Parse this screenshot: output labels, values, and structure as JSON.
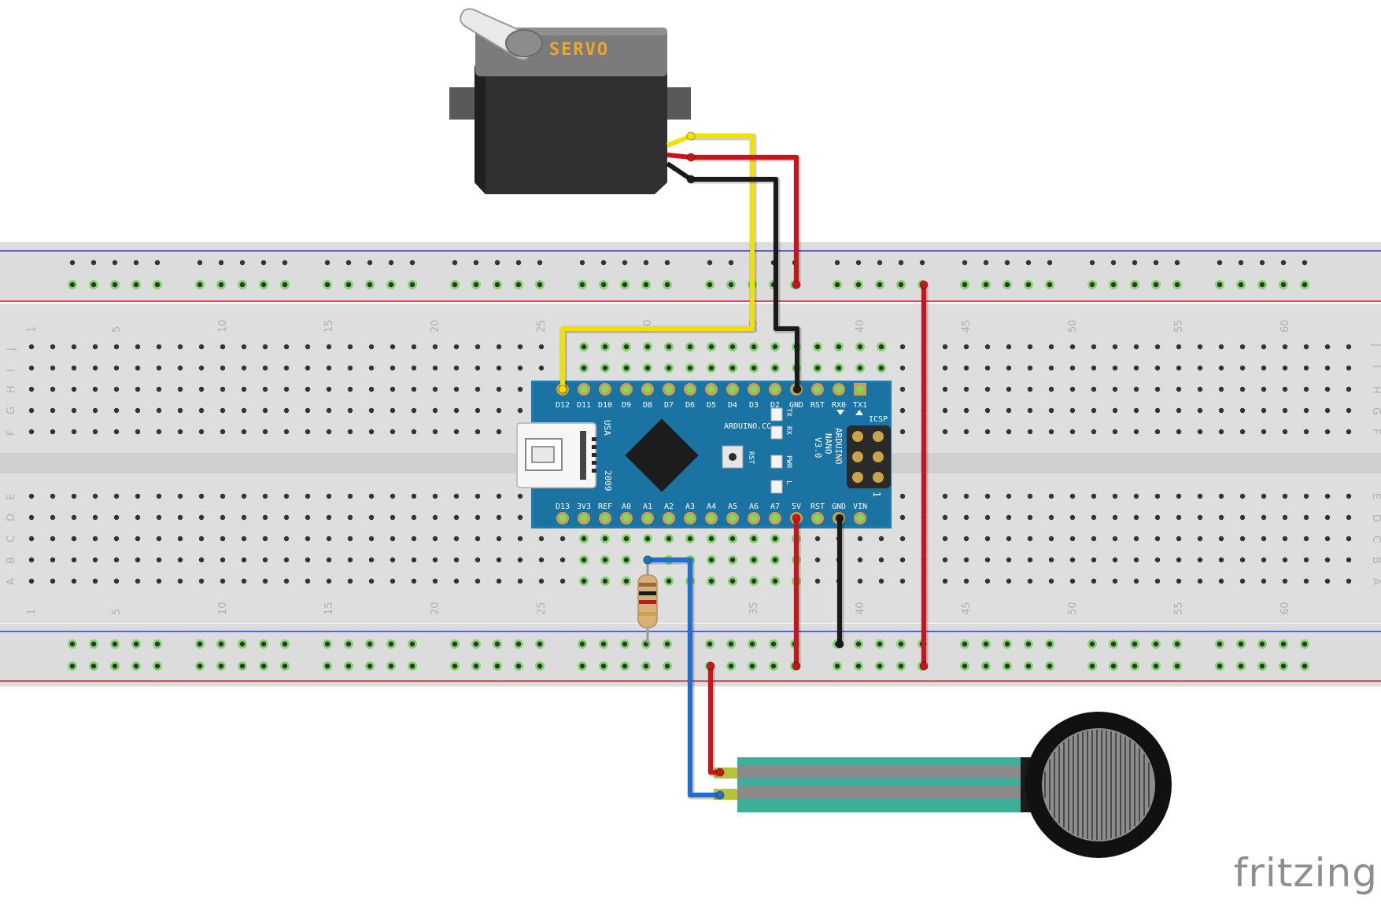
{
  "servo": {
    "label": "SERVO"
  },
  "breadboard": {
    "column_numbers": [
      "1",
      "5",
      "10",
      "15",
      "20",
      "25",
      "30",
      "35",
      "40",
      "45",
      "50",
      "55",
      "60"
    ],
    "row_letters_top": [
      "J",
      "I",
      "H",
      "G",
      "F"
    ],
    "row_letters_bottom": [
      "E",
      "D",
      "C",
      "B",
      "A"
    ]
  },
  "nano": {
    "top_pins": [
      "D12",
      "D11",
      "D10",
      "D9",
      "D8",
      "D7",
      "D6",
      "D5",
      "D4",
      "D3",
      "D2",
      "GND",
      "RST",
      "RX0",
      "TX1"
    ],
    "bottom_pins": [
      "D13",
      "3V3",
      "REF",
      "A0",
      "A1",
      "A2",
      "A3",
      "A4",
      "A5",
      "A6",
      "A7",
      "5V",
      "RST",
      "GND",
      "VIN"
    ],
    "usa": "USA",
    "year": "2009",
    "site": "ARDUINO.CC",
    "name": "ARDUINO",
    "model": "NANO",
    "version": "V3.0",
    "icsp": "ICSP",
    "rst_button": "RST",
    "leds": [
      "TX",
      "RX",
      "PWR",
      "L"
    ],
    "icsp_pin1": "1"
  },
  "wires": {
    "signal": "#f2e000",
    "power": "#c8141b",
    "ground": "#1a1a1a",
    "sensor": "#1f6ed4"
  },
  "brand": "fritzing"
}
